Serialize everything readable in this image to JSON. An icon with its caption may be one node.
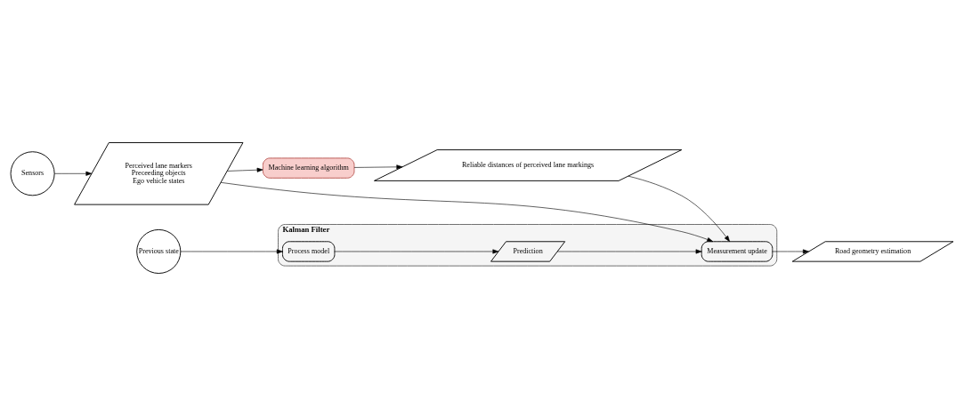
{
  "diagram": {
    "nodes": [
      {
        "text": [
          "Sensors"
        ]
      },
      {
        "text": [
          "Perceived lane markers",
          "Preceeding objects",
          "Ego vehicle states"
        ]
      },
      {
        "text": [
          "Machine learning algorithm"
        ]
      },
      {
        "text": [
          "Reliable distances of perceived lane markings"
        ]
      },
      {
        "text": [
          "Kalman Filter"
        ]
      },
      {
        "text": [
          "Previous state"
        ]
      },
      {
        "text": [
          "Process model"
        ],
        "in": 4
      },
      {
        "text": [
          "Prediction"
        ],
        "in": 4
      },
      {
        "text": [
          "Measurement update"
        ],
        "in": 4
      },
      {
        "text": [
          "Road geometry estimation"
        ]
      }
    ],
    "edges": [
      {
        "from": 0,
        "to": 1,
        "arrow": "to"
      },
      {
        "from": 1,
        "to": 2,
        "arrow": "to"
      },
      {
        "from": 2,
        "to": 3,
        "arrow": "to"
      },
      {
        "from": 1,
        "to": 8,
        "arrow": "to"
      },
      {
        "from": 3,
        "to": 8,
        "arrow": "to"
      },
      {
        "from": 5,
        "to": 6,
        "arrow": "to"
      },
      {
        "from": 6,
        "to": 7,
        "arrow": "to"
      },
      {
        "from": 7,
        "to": 8,
        "arrow": "to"
      },
      {
        "from": 8,
        "to": 9,
        "arrow": "to"
      }
    ]
  }
}
